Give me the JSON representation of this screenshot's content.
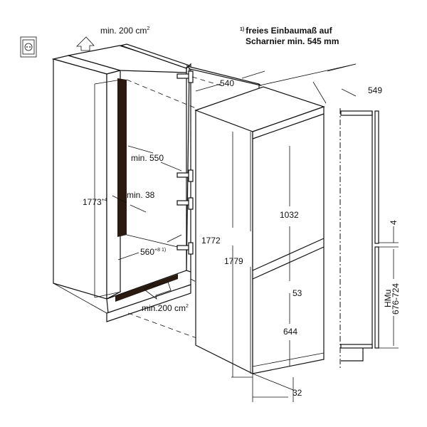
{
  "note": {
    "marker": "1)",
    "line1": "freies Einbaumaß auf",
    "line2": "Scharnier min. 545 mm"
  },
  "labels": {
    "vent_top": "min. 200 cm",
    "vent_top_sup": "2",
    "vent_bottom": "min.200 cm",
    "vent_bottom_sup": "2",
    "min_550": "min. 550",
    "min_38": "min. 38",
    "niche_height": "1773",
    "niche_height_sup": "+4",
    "niche_width": "560",
    "niche_width_sup": "+8 1)",
    "depth_540": "540",
    "depth_549": "549",
    "height_1772": "1772",
    "height_1779": "1779",
    "door_1032": "1032",
    "gap_53": "53",
    "door_644": "644",
    "offset_32": "32",
    "gap_4": "4",
    "hmu_label": "HMu",
    "hmu_range": "676-724"
  },
  "icons": [
    "power-socket-icon",
    "airflow-arrow-up-icon",
    "airflow-arrow-in-icon"
  ]
}
